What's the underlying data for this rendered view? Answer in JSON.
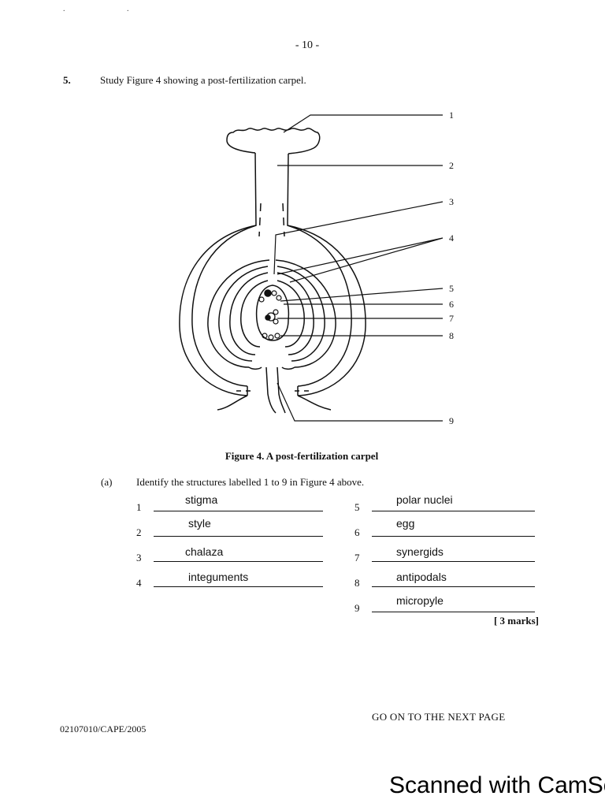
{
  "header": {
    "specks": ". .",
    "page_number": "- 10 -"
  },
  "question": {
    "number": "5.",
    "text": "Study Figure 4 showing a post-fertilization carpel."
  },
  "figure": {
    "labels": [
      "1",
      "2",
      "3",
      "4",
      "5",
      "6",
      "7",
      "8",
      "9"
    ],
    "caption": "Figure 4.  A post-fertilization carpel"
  },
  "part_a": {
    "label": "(a)",
    "question": "Identify the structures labelled 1 to 9 in Figure 4 above.",
    "answers": [
      {
        "number": "1",
        "answer": "stigma"
      },
      {
        "number": "2",
        "answer": "style"
      },
      {
        "number": "3",
        "answer": "chalaza"
      },
      {
        "number": "4",
        "answer": "integuments"
      },
      {
        "number": "5",
        "answer": "polar nuclei"
      },
      {
        "number": "6",
        "answer": "egg"
      },
      {
        "number": "7",
        "answer": "synergids"
      },
      {
        "number": "8",
        "answer": "antipodals"
      },
      {
        "number": "9",
        "answer": "micropyle"
      }
    ],
    "marks": "[ 3 marks]"
  },
  "footer": {
    "next_page": "GO ON TO THE NEXT PAGE",
    "exam_code": "02107010/CAPE/2005",
    "watermark": "Scanned with CamSc"
  }
}
